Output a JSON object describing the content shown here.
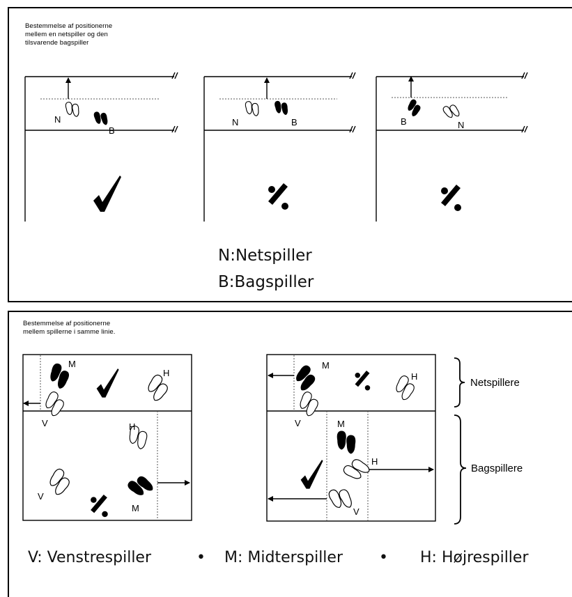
{
  "top": {
    "caption": "Bestemmelse af positionerne\nmellem en netspiller og den\ntilsvarende bagspiller",
    "legend_n": "N:Netspiller",
    "legend_b": "B:Bagspiller",
    "diagrams": [
      {
        "netspiller": "N",
        "bagspiller": "B",
        "verdict": "correct"
      },
      {
        "netspiller": "N",
        "bagspiller": "B",
        "verdict": "wrong"
      },
      {
        "netspiller": "N",
        "bagspiller": "B",
        "verdict": "wrong"
      }
    ]
  },
  "bottom": {
    "caption": "Bestemmelse af positionerne\nmellem spillerne i samme linie.",
    "label_netspillere": "Netspillere",
    "label_bagspillere": "Bagspillere",
    "legend": {
      "v": "V: Venstrespiller",
      "m": "M: Midterspiller",
      "h": "H: Højrespiller",
      "separator": "•"
    },
    "letters": {
      "v": "V",
      "m": "M",
      "h": "H"
    }
  },
  "colors": {
    "line": "#000000",
    "dotted": "#555555",
    "foot_dark": "#000000",
    "foot_light": "#ffffff"
  },
  "icons": {
    "correct": "check-mark-icon",
    "wrong": "percent-sign-icon"
  }
}
